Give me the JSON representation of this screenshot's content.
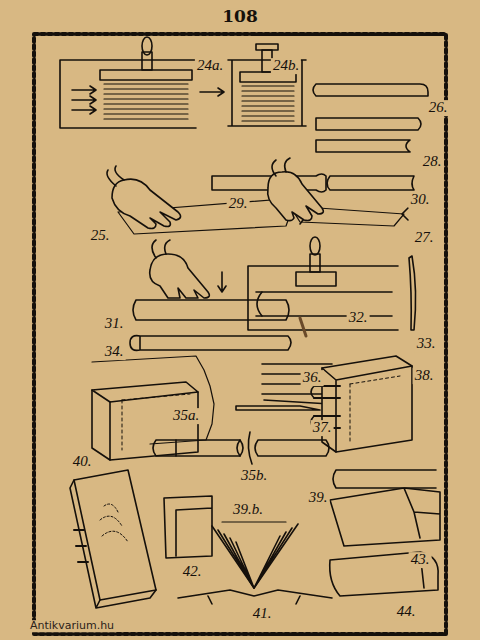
{
  "diagram": {
    "labels": [
      "108",
      "24a.",
      "24b.",
      "26.",
      "28.",
      "29.",
      "30.",
      "25.",
      "27.",
      "31.",
      "32.",
      "34.",
      "33.",
      "35a.",
      "36.",
      "38.",
      "37.",
      "40.",
      "35b.",
      "39.",
      "39.b.",
      "42.",
      "41.",
      "43.",
      "44.",
      "Antikvarium.hu"
    ]
  }
}
